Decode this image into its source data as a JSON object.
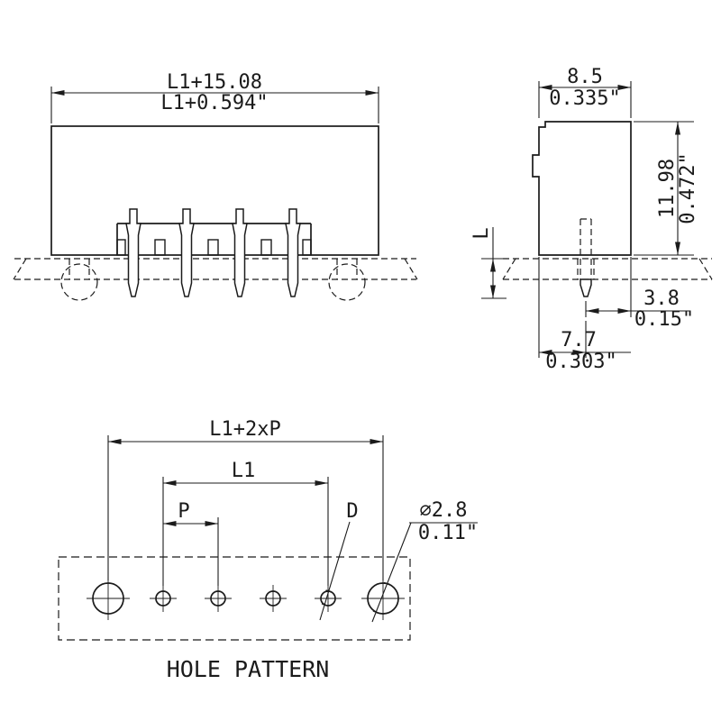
{
  "front_view": {
    "width_mm": "L1+15.08",
    "width_in": "L1+0.594\""
  },
  "side_view": {
    "depth_mm": "8.5",
    "depth_in": "0.335\"",
    "height_mm": "11.98",
    "height_in": "0.472\"",
    "pin_length_label": "L",
    "pin_to_edge_mm": "3.8",
    "pin_to_edge_in": "0.15\"",
    "pin_offset_mm": "7.7",
    "pin_offset_in": "0.303\""
  },
  "hole_pattern": {
    "overall_dim": "L1+2xP",
    "l1_dim": "L1",
    "pitch_dim": "P",
    "hole_dia_label": "D",
    "end_hole_dia_mm": "∅2.8",
    "end_hole_dia_in": "0.11\"",
    "caption": "HOLE PATTERN"
  }
}
